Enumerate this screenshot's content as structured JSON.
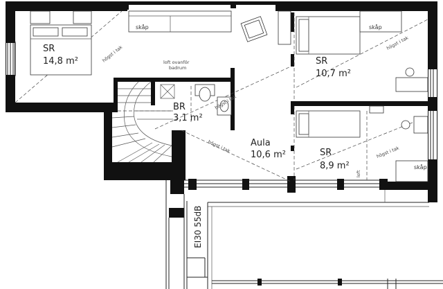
{
  "rooms": {
    "sr1": {
      "name": "SR",
      "area": "14,8 m²"
    },
    "sr2": {
      "name": "SR",
      "area": "10,7 m²"
    },
    "br": {
      "name": "BR",
      "area": "3,1 m²"
    },
    "aula": {
      "name": "Aula",
      "area": "10,6 m²"
    },
    "sr3": {
      "name": "SR",
      "area": "8,9 m²"
    }
  },
  "labels": {
    "skap": "skåp",
    "hogst_tak": "högst i tak",
    "loft_line1": "loft ovanför",
    "loft_line2": "badrum",
    "loft": "loft",
    "wall_rating": "EI30 55dB"
  }
}
